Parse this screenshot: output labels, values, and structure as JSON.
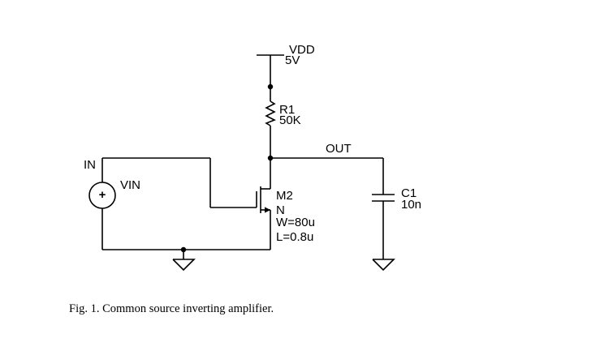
{
  "vdd": {
    "name": "VDD",
    "value": "5V"
  },
  "r1": {
    "name": "R1",
    "value": "50K"
  },
  "out_label": "OUT",
  "c1": {
    "name": "C1",
    "value": "10n"
  },
  "in_label": "IN",
  "vin": {
    "name": "VIN",
    "polarity": "+"
  },
  "m2": {
    "name": "M2",
    "type": "N",
    "width": "W=80u",
    "length": "L=0.8u"
  },
  "caption": "Fig. 1.  Common source inverting amplifier."
}
